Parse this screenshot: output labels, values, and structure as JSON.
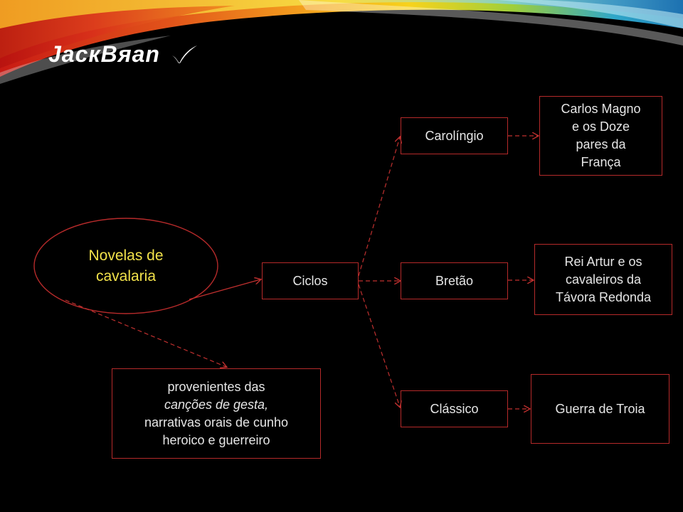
{
  "title": {
    "text": "JacкBяan"
  },
  "nodes": {
    "root": {
      "line1": "Novelas de",
      "line2": "cavalaria"
    },
    "ciclos": {
      "label": "Ciclos"
    },
    "carolingio": {
      "label": "Carolíngio"
    },
    "bretao": {
      "label": "Bretão"
    },
    "classico": {
      "label": "Clássico"
    },
    "carlos": {
      "lines": [
        "Carlos Magno",
        "e os Doze",
        "pares da",
        "França"
      ]
    },
    "artur": {
      "lines": [
        "Rei Artur e os",
        "cavaleiros da",
        "Távora Redonda"
      ]
    },
    "troia": {
      "label": "Guerra de Troia"
    },
    "origem": {
      "line1": "provenientes das",
      "line2_italic": "canções de gesta,",
      "line3": "narrativas orais de cunho",
      "line4": "heroico e guerreiro"
    }
  },
  "colors": {
    "background": "#000000",
    "border": "#b52a2a",
    "connector": "#c0302f",
    "root_text": "#f2e24a",
    "box_text": "#e6e6e6",
    "title_text": "#ffffff"
  },
  "icons": {
    "title_mark": "check-icon"
  }
}
